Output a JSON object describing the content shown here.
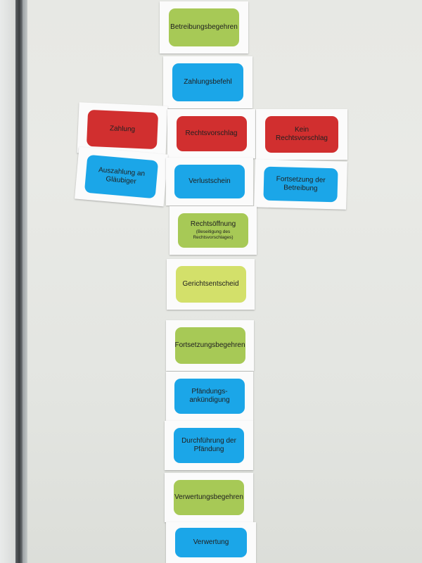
{
  "colors": {
    "green": "#a7c956",
    "lime": "#d3e06a",
    "blue": "#1ba6e8",
    "red": "#d12f2f"
  },
  "cards": {
    "betreibungsbegehren": {
      "label": "Betreibungsbegehren",
      "color": "green"
    },
    "zahlungsbefehl": {
      "label": "Zahlungsbefehl",
      "color": "blue"
    },
    "zahlung": {
      "label": "Zahlung",
      "color": "red"
    },
    "rechtsvorschlag": {
      "label": "Rechtsvorschlag",
      "color": "red"
    },
    "kein_rechtsvorschlag": {
      "label": "Kein Rechtsvorschlag",
      "color": "red"
    },
    "auszahlung": {
      "label": "Auszahlung an Gläubiger",
      "color": "blue"
    },
    "verlustschein": {
      "label": "Verlustschein",
      "color": "blue"
    },
    "fortsetzung_der_betreibung": {
      "label": "Fortsetzung der Betreibung",
      "color": "blue"
    },
    "rechtsoeffnung": {
      "label": "Rechtsöffnung",
      "sublabel": "(Beseitigung des Rechtsvorschlages)",
      "color": "green"
    },
    "gerichtsentscheid": {
      "label": "Gerichtsentscheid",
      "color": "lime"
    },
    "fortsetzungsbegehren": {
      "label": "Fortsetzungsbegehren",
      "color": "green"
    },
    "pfaendungsankuendigung": {
      "label": "Pfändungs-ankündigung",
      "color": "blue"
    },
    "durchfuehrung": {
      "label": "Durchführung der Pfändung",
      "color": "blue"
    },
    "verwertungsbegehren": {
      "label": "Verwertungsbegehren",
      "color": "green"
    },
    "verwertung": {
      "label": "Verwertung",
      "color": "blue"
    }
  }
}
